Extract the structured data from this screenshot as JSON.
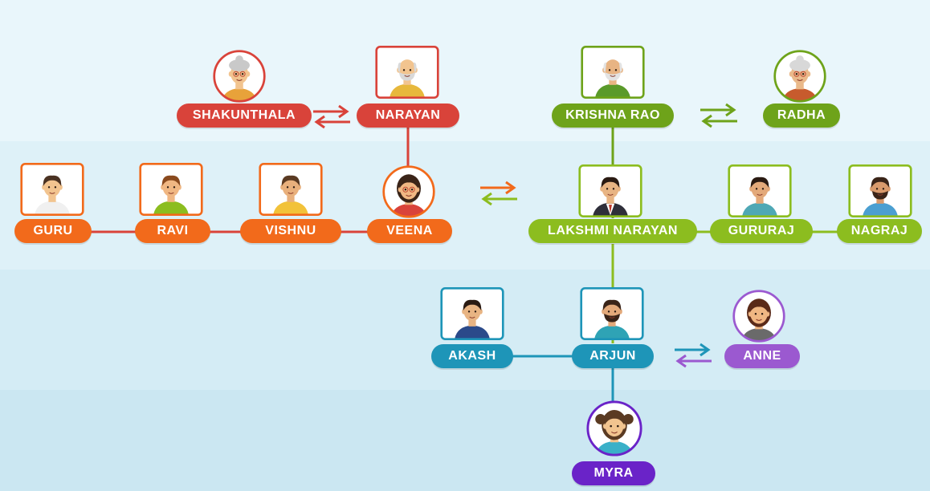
{
  "colors": {
    "grandparents_left": "#d9433a",
    "parents_left": "#f26a1b",
    "grandparents_right": "#6ea31a",
    "parents_right": "#8cbd1f",
    "children": "#1e95b8",
    "spouse": "#9b59d0",
    "grandchild": "#6a23c8"
  },
  "people": {
    "shakunthala": "SHAKUNTHALA",
    "narayan": "NARAYAN",
    "krishna_rao": "KRISHNA RAO",
    "radha": "RADHA",
    "guru": "GURU",
    "ravi": "RAVI",
    "vishnu": "VISHNU",
    "veena": "VEENA",
    "lakshmi_narayan": "LAKSHMI NARAYAN",
    "gururaj": "GURURAJ",
    "nagraj": "NAGRAJ",
    "akash": "AKASH",
    "arjun": "ARJUN",
    "anne": "ANNE",
    "myra": "MYRA"
  }
}
